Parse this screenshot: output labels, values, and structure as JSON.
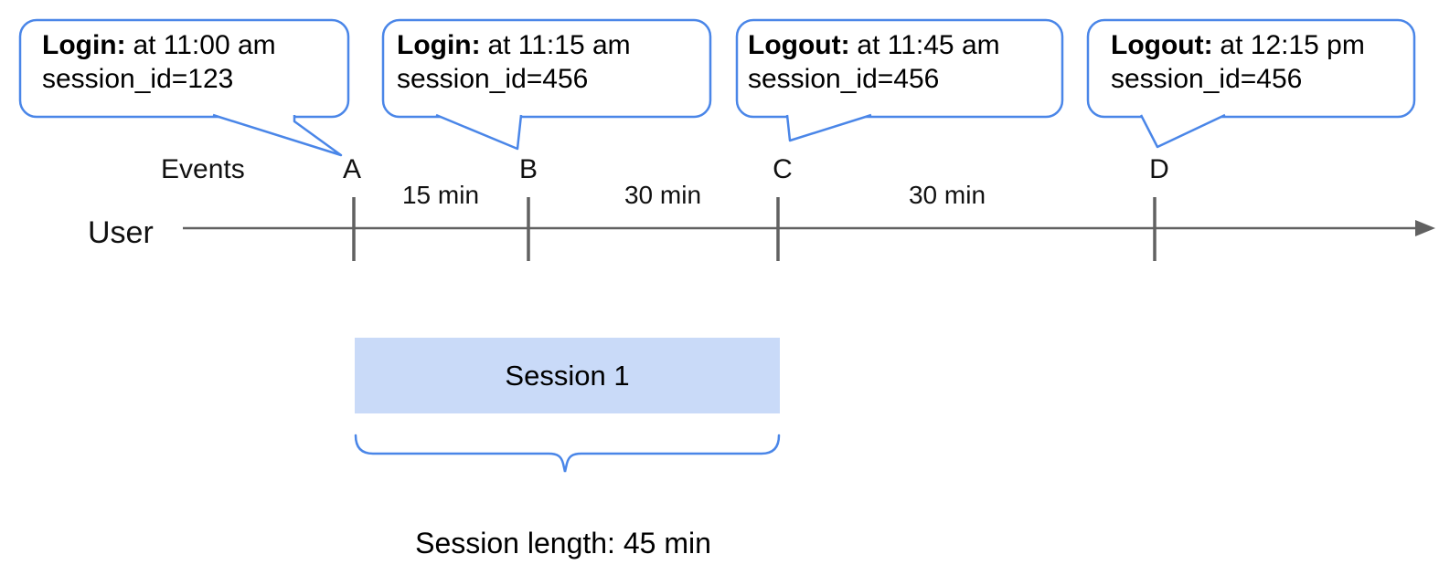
{
  "diagram": {
    "callouts": [
      {
        "event": "A",
        "label": "Login:",
        "time": "at 11:00 am",
        "session": "session_id=123"
      },
      {
        "event": "B",
        "label": "Login:",
        "time": "at 11:15 am",
        "session": "session_id=456"
      },
      {
        "event": "C",
        "label": "Logout:",
        "time": "at 11:45 am",
        "session": "session_id=456"
      },
      {
        "event": "D",
        "label": "Logout:",
        "time": "at 12:15 pm",
        "session": "session_id=456"
      }
    ],
    "timeline": {
      "axis_label": "Events",
      "actor_label": "User",
      "events": [
        "A",
        "B",
        "C",
        "D"
      ],
      "intervals": [
        "15 min",
        "30 min",
        "30 min"
      ]
    },
    "session": {
      "box_label": "Session 1",
      "length_label": "Session length: 45 min"
    },
    "colors": {
      "callout_border": "#4a86e8",
      "session_fill": "#c9daf8",
      "line_gray": "#616161"
    }
  }
}
